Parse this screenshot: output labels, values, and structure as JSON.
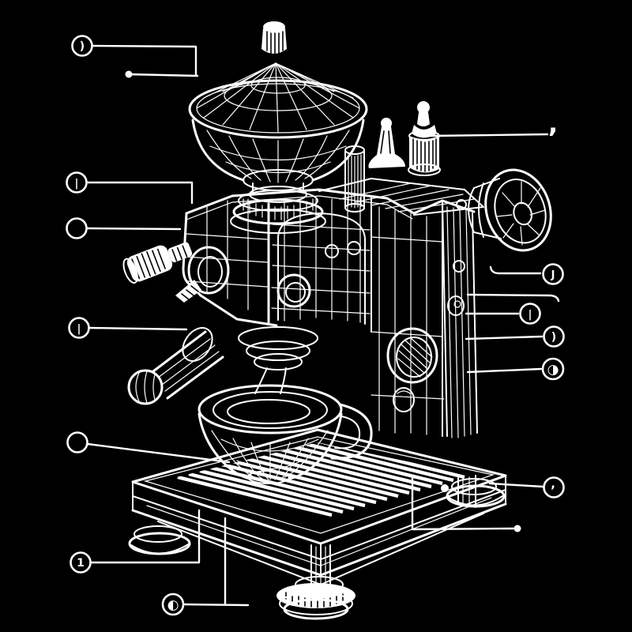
{
  "colors": {
    "background": "#000000",
    "ink": "#ffffff"
  },
  "figure": {
    "subject": "Espresso coffee machine with bean-grinder hopper on top",
    "style": "white engraving-style wireframe line art on black with numbered callout leader lines"
  },
  "parts": [
    "hopper-lid-knob",
    "bean-hopper-bowl",
    "grinder-collar",
    "machine-head-housing",
    "steam-knob-left",
    "group-boss",
    "front-knob",
    "portafilter-handle",
    "group-head-spouts",
    "espresso-cup",
    "top-deck",
    "deck-tube",
    "bell-knob",
    "ribbed-steam-knob",
    "motor-flywheel",
    "side-dial",
    "rear-vent-ribs",
    "drip-tray-grate",
    "base-molding",
    "left-foot",
    "front-foot",
    "right-foot"
  ],
  "markers": {
    "m1": {
      "glyph": ")"
    },
    "m2": {
      "glyph": "|"
    },
    "m3": {
      "glyph": ""
    },
    "m4": {
      "glyph": "|"
    },
    "m5": {
      "glyph": ""
    },
    "m6": {
      "glyph": "1"
    },
    "m7": {
      "glyph": "◐"
    },
    "m8": {
      "glyph": "’"
    },
    "m9": {
      "glyph": "J"
    },
    "m10": {
      "glyph": ""
    },
    "m11": {
      "glyph": "|"
    },
    "m12": {
      "glyph": ")"
    },
    "m13": {
      "glyph": "◑"
    },
    "m14": {
      "glyph": "’"
    }
  }
}
